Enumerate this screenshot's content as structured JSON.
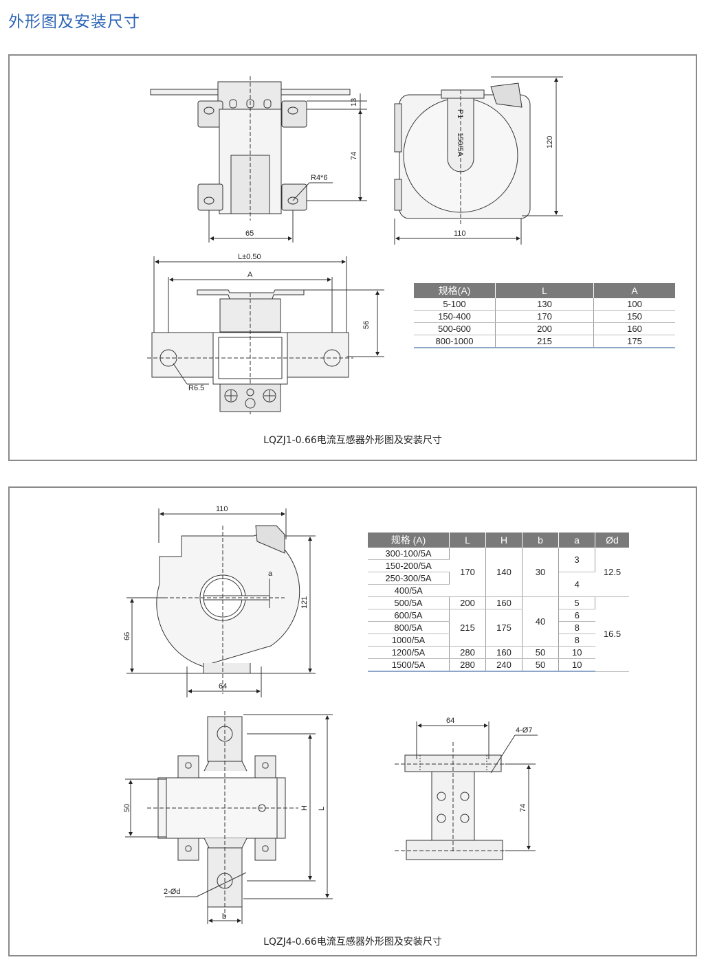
{
  "page": {
    "title": "外形图及安装尺寸"
  },
  "panel1": {
    "caption": "LQZJ1-0.66电流互感器外形图及安装尺寸",
    "dims": {
      "d13": "13",
      "d74": "74",
      "d65": "65",
      "r46": "R4*6",
      "d120": "120",
      "d110": "110",
      "p1": "P1",
      "rating": "150/5A",
      "l050": "L±0.50",
      "a": "A",
      "d56": "56",
      "r65": "R6.5"
    },
    "table": {
      "headers": [
        "规格(A)",
        "L",
        "A"
      ],
      "rows": [
        [
          "5-100",
          "130",
          "100"
        ],
        [
          "150-400",
          "170",
          "150"
        ],
        [
          "500-600",
          "200",
          "160"
        ],
        [
          "800-1000",
          "215",
          "175"
        ]
      ]
    }
  },
  "panel2": {
    "caption": "LQZJ4-0.66电流互感器外形图及安装尺寸",
    "dims": {
      "d110": "110",
      "a": "a",
      "d121": "121",
      "d66": "66",
      "d64": "64",
      "d50": "50",
      "h": "H",
      "l": "L",
      "d2": "2-Ød",
      "b": "b",
      "d64b": "64",
      "d47": "4-Ø7",
      "d74": "74"
    },
    "table": {
      "headers": [
        "规格 (A)",
        "L",
        "H",
        "b",
        "a",
        "Ød"
      ],
      "spec": [
        "300-100/5A",
        "150-200/5A",
        "250-300/5A",
        "400/5A",
        "500/5A",
        "600/5A",
        "800/5A",
        "1000/5A",
        "1200/5A",
        "1500/5A"
      ],
      "cells": {
        "L170": "170",
        "H140": "140",
        "b30": "30",
        "a3": "3",
        "a4": "4",
        "d125": "12.5",
        "L200": "200",
        "H160": "160",
        "a5": "5",
        "L215": "215",
        "H175": "175",
        "b40": "40",
        "a6": "6",
        "a8a": "8",
        "a8b": "8",
        "d165": "16.5",
        "L280a": "280",
        "H160b": "160",
        "b50a": "50",
        "a10a": "10",
        "L280b": "280",
        "H240": "240",
        "b50b": "50",
        "a10b": "10"
      }
    }
  }
}
